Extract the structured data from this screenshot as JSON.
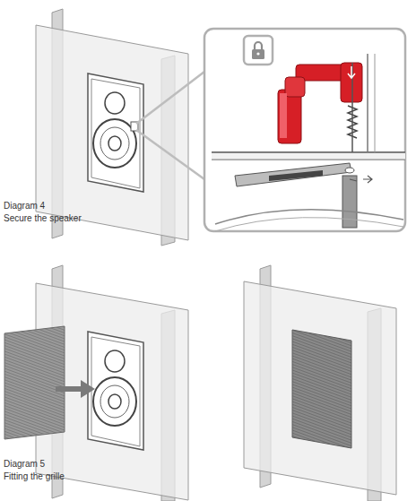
{
  "diagram": {
    "labels": [
      "Diagram 4",
      "Secure the speaker",
      "Diagram 5",
      "Fitting the grille"
    ]
  }
}
